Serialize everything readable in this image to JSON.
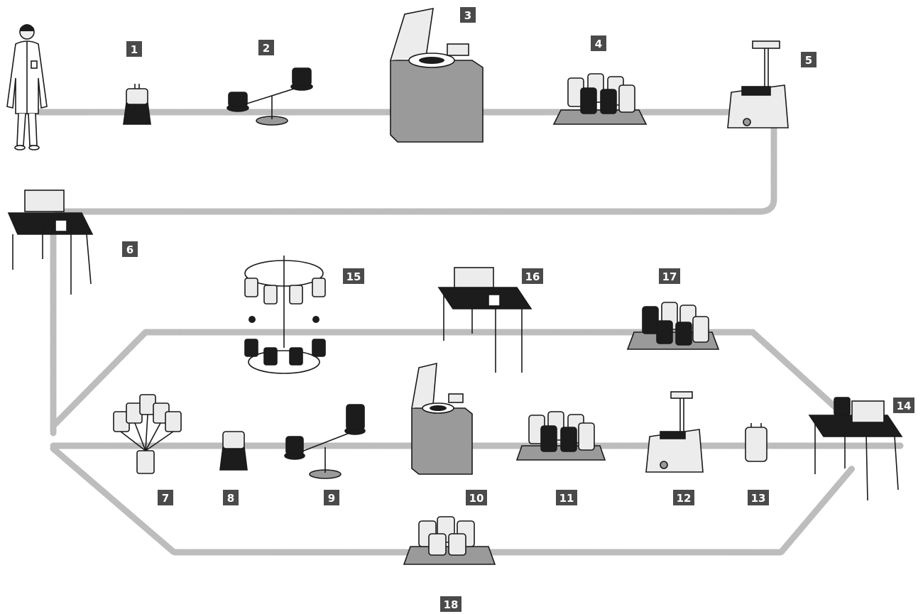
{
  "steps": [
    {
      "num": "1"
    },
    {
      "num": "2"
    },
    {
      "num": "3"
    },
    {
      "num": "4"
    },
    {
      "num": "5"
    },
    {
      "num": "6"
    },
    {
      "num": "7"
    },
    {
      "num": "8"
    },
    {
      "num": "9"
    },
    {
      "num": "10"
    },
    {
      "num": "11"
    },
    {
      "num": "12"
    },
    {
      "num": "13"
    },
    {
      "num": "14"
    },
    {
      "num": "15"
    },
    {
      "num": "16"
    },
    {
      "num": "17"
    },
    {
      "num": "18"
    }
  ],
  "icons": [
    "donor-person-icon",
    "blood-bag-icon",
    "balance-scale-icon",
    "centrifuge-icon",
    "bag-tray-icon",
    "plasma-extractor-icon",
    "sealer-table-icon",
    "pooled-bags-icon",
    "bag-rotator-stand-icon"
  ]
}
